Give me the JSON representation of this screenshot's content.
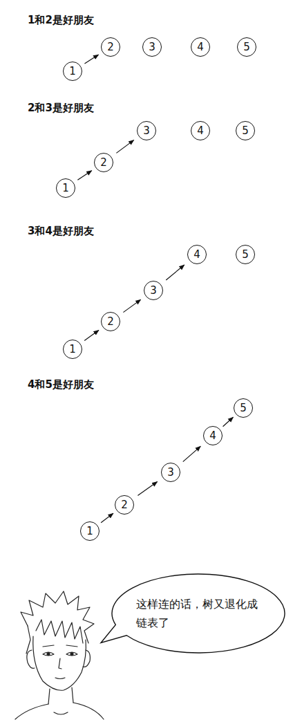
{
  "diagram": {
    "nodes": [
      {
        "text": [
          "1"
        ]
      },
      {
        "text": [
          "2"
        ]
      },
      {
        "text": [
          "3"
        ]
      },
      {
        "text": [
          "4"
        ]
      },
      {
        "text": [
          "5"
        ]
      },
      {
        "text": [
          "1"
        ]
      },
      {
        "text": [
          "2"
        ]
      },
      {
        "text": [
          "3"
        ]
      },
      {
        "text": [
          "4"
        ]
      },
      {
        "text": [
          "5"
        ]
      },
      {
        "text": [
          "1"
        ]
      },
      {
        "text": [
          "2"
        ]
      },
      {
        "text": [
          "3"
        ]
      },
      {
        "text": [
          "4"
        ]
      },
      {
        "text": [
          "5"
        ]
      },
      {
        "text": [
          "1"
        ]
      },
      {
        "text": [
          "2"
        ]
      },
      {
        "text": [
          "3"
        ]
      },
      {
        "text": [
          "4"
        ]
      },
      {
        "text": [
          "5"
        ]
      },
      {
        "text": [
          "这样连的话，树又退化成 链表了"
        ]
      }
    ],
    "edges": [
      {
        "from": 0,
        "to": 1,
        "arrow": "to"
      },
      {
        "from": 5,
        "to": 6,
        "arrow": "to"
      },
      {
        "from": 6,
        "to": 7,
        "arrow": "to"
      },
      {
        "from": 10,
        "to": 11,
        "arrow": "to"
      },
      {
        "from": 11,
        "to": 12,
        "arrow": "to"
      },
      {
        "from": 12,
        "to": 13,
        "arrow": "to"
      },
      {
        "from": 15,
        "to": 16,
        "arrow": "to"
      },
      {
        "from": 16,
        "to": 17,
        "arrow": "to"
      },
      {
        "from": 17,
        "to": 18,
        "arrow": "to"
      },
      {
        "from": 18,
        "to": 19,
        "arrow": "to"
      }
    ],
    "labels": [
      "1和2是好朋友",
      "2和3是好朋友",
      "3和4是好朋友",
      "4和5是好朋友"
    ]
  }
}
